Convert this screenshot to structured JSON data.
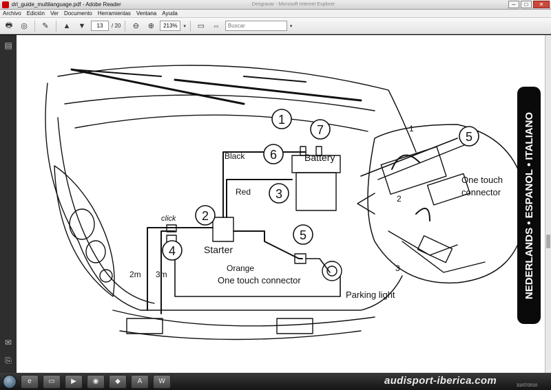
{
  "window": {
    "title": "drl_guide_multilanguage.pdf - Adobe Reader",
    "ghost_text": "Desgravar - Microsoft Internet Explorer"
  },
  "menu": [
    "Archivo",
    "Edición",
    "Ver",
    "Documento",
    "Herramientas",
    "Ventana",
    "Ayuda"
  ],
  "toolbar": {
    "page_current": "13",
    "page_total": "/ 20",
    "zoom": "213%",
    "search_placeholder": "Buscar"
  },
  "diagram": {
    "labels": {
      "black": "Black",
      "red": "Red",
      "battery": "Battery",
      "starter": "Starter",
      "orange": "Orange",
      "one_touch_connector": "One touch connector",
      "parking_light": "Parking light",
      "click": "click",
      "len_2m": "2m",
      "len_3m": "3m",
      "inset_one_touch": "One touch",
      "inset_connector": "connector"
    },
    "numbers": {
      "n1": "1",
      "n2": "2",
      "n3": "3",
      "n4": "4",
      "n5": "5",
      "n6": "6",
      "n7": "7"
    },
    "inset_steps": {
      "s1": "1",
      "s2": "2",
      "s3": "3",
      "s5": "5"
    },
    "side_tab": "NEDERLANDS • ESPANOL • ITALIANO"
  },
  "taskbar": {
    "watermark": "audisport-iberica.com",
    "date": "31/07/2010"
  },
  "colors": {
    "accent_close": "#c94a3a",
    "taskbar": "#1f1f1f",
    "side_tab": "#0a0a0a"
  }
}
